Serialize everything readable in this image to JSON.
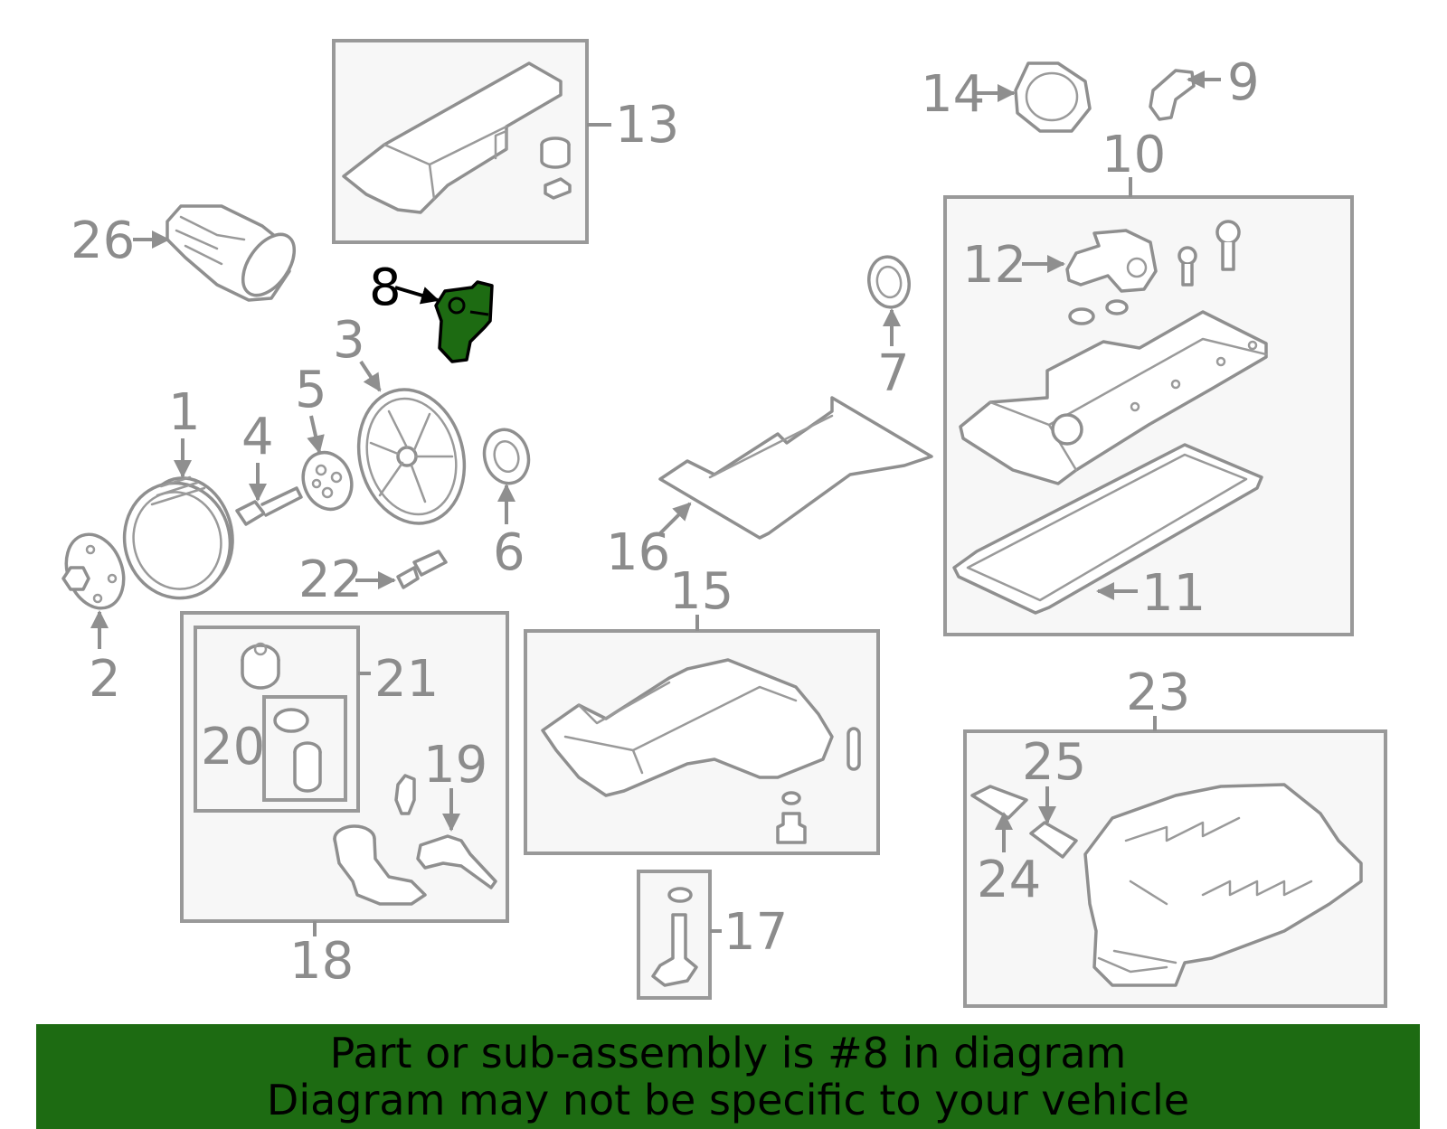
{
  "highlight_color": "#1d6b12",
  "highlighted_part": "8",
  "callouts": {
    "c1": "1",
    "c2": "2",
    "c3": "3",
    "c4": "4",
    "c5": "5",
    "c6": "6",
    "c7": "7",
    "c8": "8",
    "c9": "9",
    "c10": "10",
    "c11": "11",
    "c12": "12",
    "c13": "13",
    "c14": "14",
    "c15": "15",
    "c16": "16",
    "c17": "17",
    "c18": "18",
    "c19": "19",
    "c20": "20",
    "c21": "21",
    "c22": "22",
    "c23": "23",
    "c24": "24",
    "c25": "25",
    "c26": "26"
  },
  "banner": {
    "line1": "Part or sub-assembly is #8 in diagram",
    "line2": "Diagram may not be specific to your vehicle"
  }
}
